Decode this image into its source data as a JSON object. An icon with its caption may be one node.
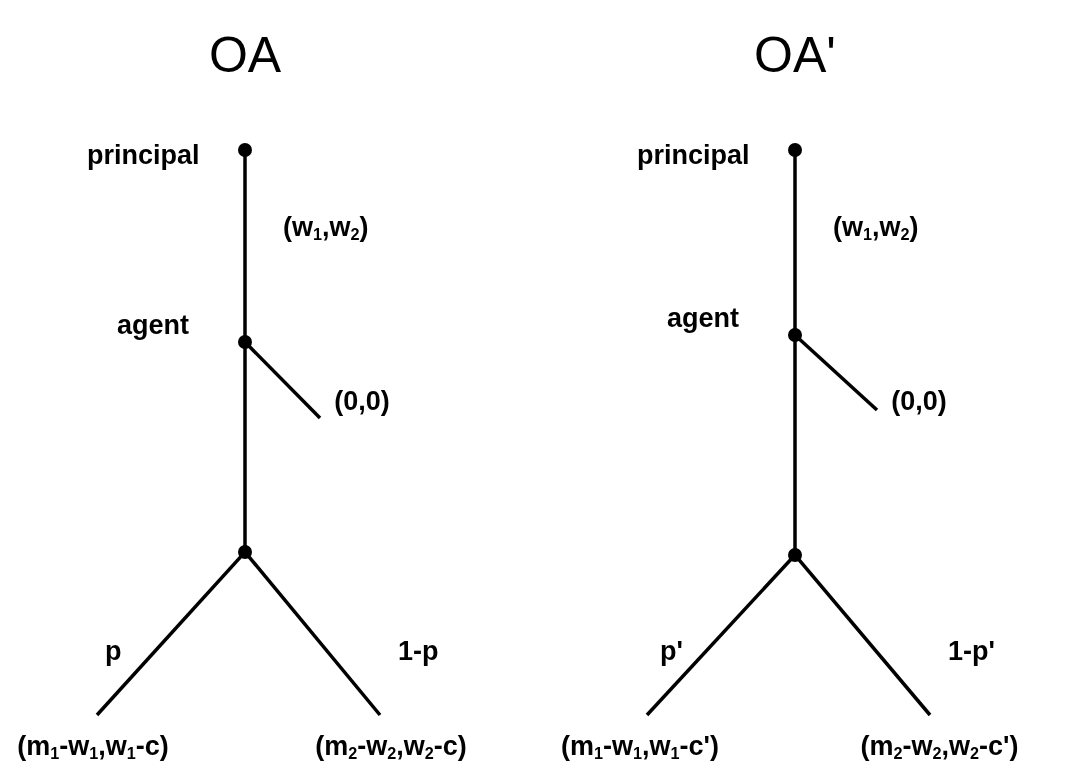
{
  "diagram": {
    "nodes": [
      {
        "text": [],
        "shape": "circle",
        "beside": [
          "principal"
        ]
      },
      {
        "text": [],
        "shape": "circle",
        "beside": [
          "agent"
        ]
      },
      {
        "text": [
          "(0,0)"
        ]
      },
      {
        "text": [],
        "shape": "circle"
      },
      {
        "text": [
          "(m$_{1}$-w$_{1}$,w$_{1}$-c)"
        ]
      },
      {
        "text": [
          "(m$_{2}$-w$_{2}$,w$_{2}$-c)"
        ]
      },
      {
        "text": [],
        "shape": "circle",
        "beside": [
          "principal"
        ]
      },
      {
        "text": [],
        "shape": "circle",
        "beside": [
          "agent"
        ]
      },
      {
        "text": [
          "(0,0)"
        ]
      },
      {
        "text": [],
        "shape": "circle"
      },
      {
        "text": [
          "(m$_{1}$-w$_{1}$,w$_{1}$-c')"
        ]
      },
      {
        "text": [
          "(m$_{2}$-w$_{2}$,w$_{2}$-c')"
        ]
      }
    ],
    "edges": [
      {
        "from": 0,
        "to": 1,
        "arrow": "none",
        "label": "(w$_{1}$,w$_{2}$)"
      },
      {
        "from": 1,
        "to": 2,
        "arrow": "none"
      },
      {
        "from": 1,
        "to": 3,
        "arrow": "none"
      },
      {
        "from": 3,
        "to": 4,
        "arrow": "none",
        "label": "p"
      },
      {
        "from": 3,
        "to": 5,
        "arrow": "none",
        "label": "1-p"
      },
      {
        "from": 6,
        "to": 7,
        "arrow": "none",
        "label": "(w$_{1}$,w$_{2}$)"
      },
      {
        "from": 7,
        "to": 8,
        "arrow": "none"
      },
      {
        "from": 7,
        "to": 9,
        "arrow": "none"
      },
      {
        "from": 9,
        "to": 10,
        "arrow": "none",
        "label": "p'"
      },
      {
        "from": 9,
        "to": 11,
        "arrow": "none",
        "label": "1-p'"
      }
    ],
    "labels": [
      "OA",
      "OA'"
    ]
  }
}
